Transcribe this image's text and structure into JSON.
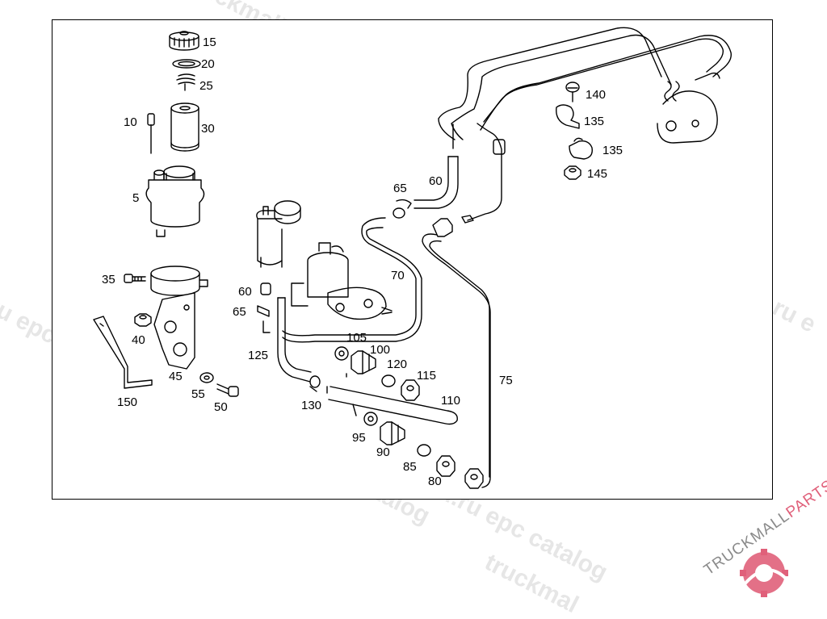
{
  "watermark": {
    "text_a": "truckmall.ru epc catalog",
    "text_b": "l.ru epc catalog",
    "text_c": "truckmall.ru e",
    "text_d": "l.ru epc catalog",
    "text_e": "truckmall.ru epc catalog",
    "text_f": "truckmall.ru epc catalog",
    "text_g": "truckmal"
  },
  "logo": {
    "brand_dark": "TRUCKMALL",
    "brand_accent": "PARTS",
    "accent_color": "#e0607a",
    "icon": "gear-icon"
  },
  "parts": [
    {
      "num": "15"
    },
    {
      "num": "20"
    },
    {
      "num": "25"
    },
    {
      "num": "10"
    },
    {
      "num": "30"
    },
    {
      "num": "5"
    },
    {
      "num": "35"
    },
    {
      "num": "40"
    },
    {
      "num": "45"
    },
    {
      "num": "55"
    },
    {
      "num": "50"
    },
    {
      "num": "150"
    },
    {
      "num": "60"
    },
    {
      "num": "65"
    },
    {
      "num": "125"
    },
    {
      "num": "130"
    },
    {
      "num": "105"
    },
    {
      "num": "100"
    },
    {
      "num": "120"
    },
    {
      "num": "115"
    },
    {
      "num": "110"
    },
    {
      "num": "95"
    },
    {
      "num": "90"
    },
    {
      "num": "85"
    },
    {
      "num": "80"
    },
    {
      "num": "75"
    },
    {
      "num": "70"
    },
    {
      "num": "65"
    },
    {
      "num": "60"
    },
    {
      "num": "140"
    },
    {
      "num": "135"
    },
    {
      "num": "135"
    },
    {
      "num": "145"
    }
  ]
}
